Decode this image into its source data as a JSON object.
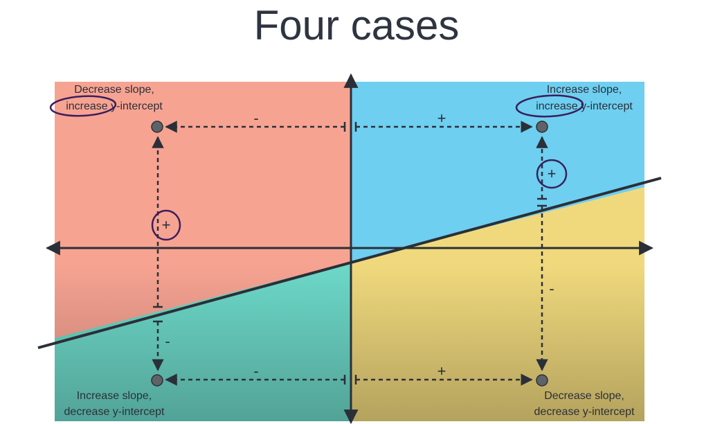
{
  "title": "Four cases",
  "quadrants": {
    "top_left": {
      "line1": "Decrease slope,",
      "line2": "increase y-intercept",
      "color": "#f7a392"
    },
    "top_right": {
      "line1": "Increase slope,",
      "line2": "increase y-intercept",
      "color": "#6ecff0"
    },
    "bottom_left": {
      "line1": "Increase slope,",
      "line2": "decrease y-intercept",
      "color": "#6dd9c9"
    },
    "bottom_right": {
      "line1": "Decrease slope,",
      "line2": "decrease y-intercept",
      "color": "#f0d97d"
    }
  },
  "signs": {
    "top_left_horizontal": "-",
    "top_right_horizontal": "+",
    "bottom_left_horizontal": "-",
    "bottom_right_horizontal": "+",
    "left_vertical_above": "+",
    "left_vertical_below": "-",
    "right_vertical_above": "+",
    "right_vertical_below": "-"
  },
  "colors": {
    "axis": "#2b2f38",
    "fit_line": "#2b2f38",
    "point": "#5f6368",
    "annotation_circle": "#3a1f5c"
  }
}
